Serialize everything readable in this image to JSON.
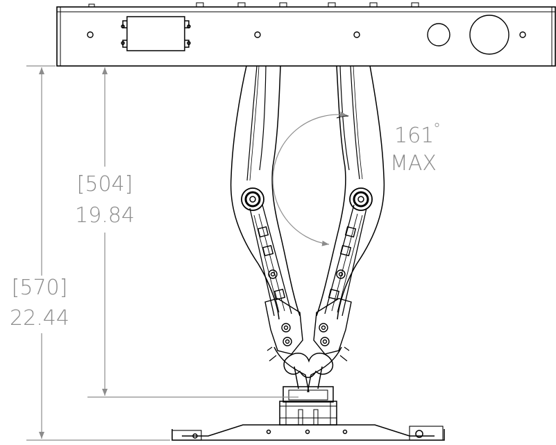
{
  "dimensions": {
    "outer": {
      "metric": "[570]",
      "imperial": "22.44"
    },
    "inner": {
      "metric": "[504]",
      "imperial": "19.84"
    }
  },
  "angle": {
    "value": "161",
    "degree_symbol": "°",
    "qualifier": "MAX"
  },
  "colors": {
    "line": "#000000",
    "dimension": "#8c8c8c",
    "background": "#ffffff"
  }
}
